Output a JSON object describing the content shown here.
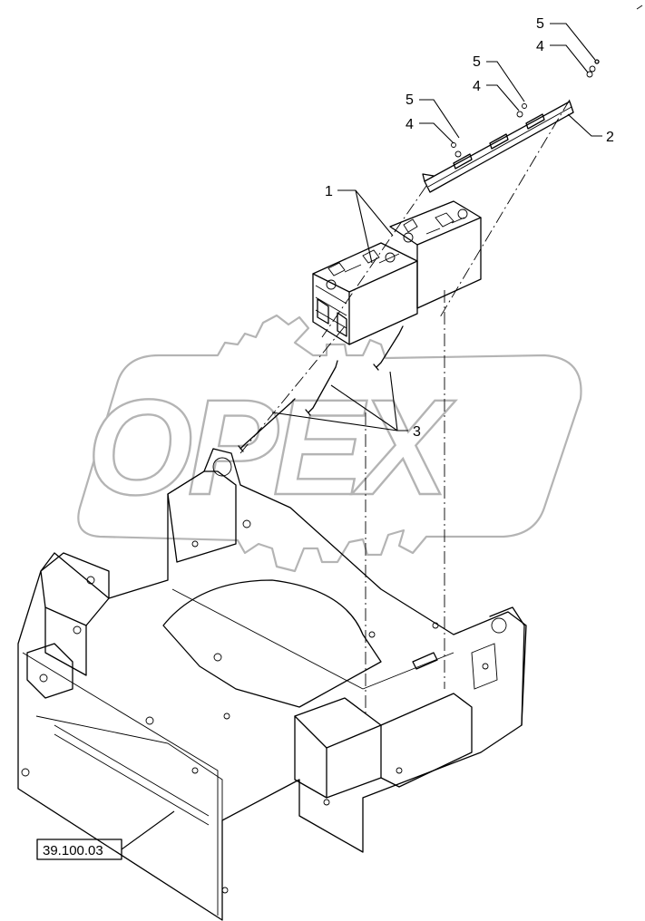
{
  "callouts": {
    "item_1": "1",
    "item_2": "2",
    "item_3": "3",
    "item_4_left": "4",
    "item_5_left": "5",
    "item_4_mid": "4",
    "item_5_mid": "5",
    "item_4_right": "4",
    "item_5_right": "5"
  },
  "reference": {
    "label": "39.100.03"
  },
  "watermark": {
    "text": "OPEX"
  }
}
